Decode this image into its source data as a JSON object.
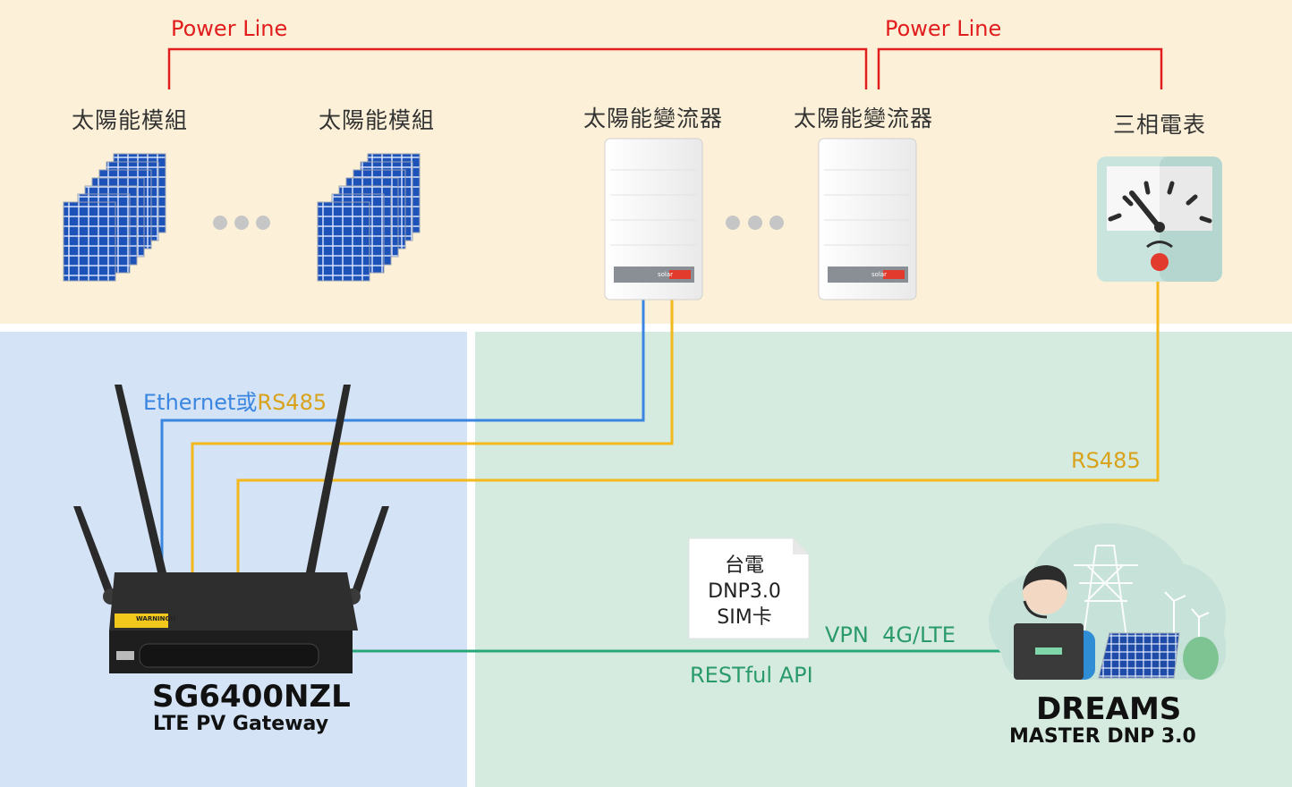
{
  "power_line_left": "Power Line",
  "power_line_right": "Power Line",
  "top_labels": {
    "module_1": "太陽能模組",
    "module_2": "太陽能模組",
    "inverter_1": "太陽能變流器",
    "inverter_2": "太陽能變流器",
    "meter": "三相電表"
  },
  "inverter_brand": "solar",
  "link_labels": {
    "ethernet": "Ethernet或",
    "rs485_inline": "RS485",
    "rs485_meter": "RS485",
    "vpn": "VPN  4G/LTE",
    "restful": "RESTful API"
  },
  "note": {
    "line1": "台電",
    "line2": "DNP3.0",
    "line3": "SIM卡"
  },
  "gateway": {
    "model": "SG6400NZL",
    "subtitle": "LTE PV Gateway",
    "warning": "WARNING!!"
  },
  "dreams": {
    "title": "DREAMS",
    "subtitle": "MASTER DNP 3.0"
  },
  "colors": {
    "power_line": "#e11d1d",
    "ethernet": "#3a86e0",
    "rs485": "#f2b81c",
    "lte": "#2aa77a"
  },
  "icons": [
    "solar-panel-icon",
    "inverter-icon",
    "meter-icon",
    "router-icon",
    "operator-icon",
    "cloud-icon"
  ]
}
